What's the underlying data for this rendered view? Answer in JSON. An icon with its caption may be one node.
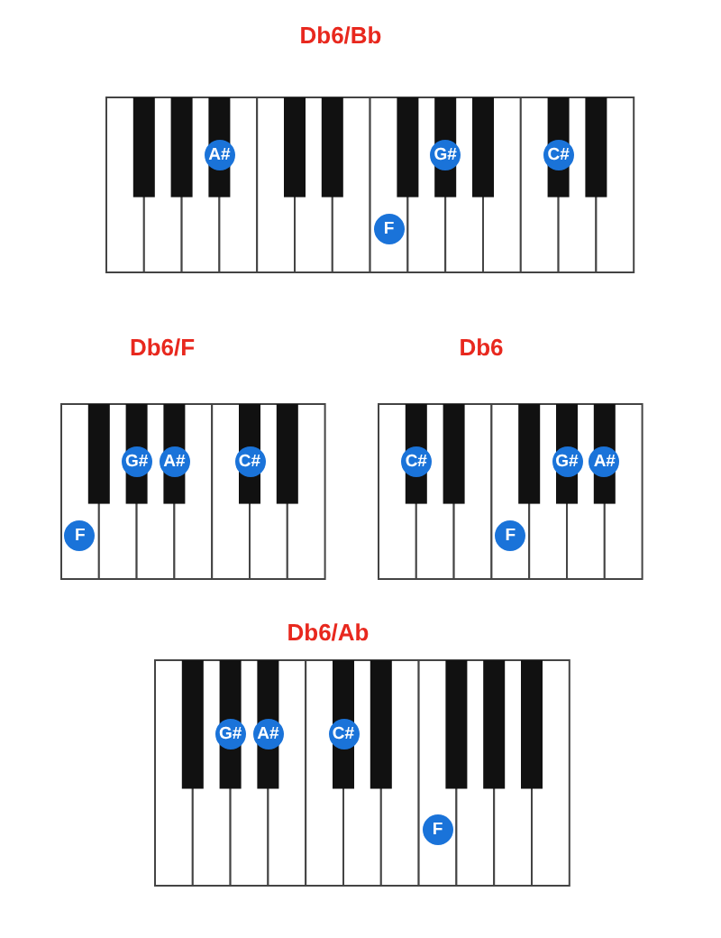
{
  "diagram": {
    "nodes": [
      {
        "text": [
          "Db6/Bb"
        ]
      },
      {
        "text": [
          "A#"
        ],
        "in": 0
      },
      {
        "text": [
          "G#"
        ],
        "in": 0
      },
      {
        "text": [
          "C#"
        ],
        "in": 0
      },
      {
        "text": [
          "F"
        ],
        "in": 0
      },
      {
        "text": [
          "Db6/F"
        ]
      },
      {
        "text": [
          "G#"
        ],
        "in": 5
      },
      {
        "text": [
          "A#"
        ],
        "in": 5
      },
      {
        "text": [
          "C#"
        ],
        "in": 5
      },
      {
        "text": [
          "F"
        ],
        "in": 5
      },
      {
        "text": [
          "Db6"
        ]
      },
      {
        "text": [
          "C#"
        ],
        "in": 10
      },
      {
        "text": [
          "G#"
        ],
        "in": 10
      },
      {
        "text": [
          "A#"
        ],
        "in": 10
      },
      {
        "text": [
          "F"
        ],
        "in": 10
      },
      {
        "text": [
          "Db6/Ab"
        ]
      },
      {
        "text": [
          "G#"
        ],
        "in": 15
      },
      {
        "text": [
          "A#"
        ],
        "in": 15
      },
      {
        "text": [
          "C#"
        ],
        "in": 15
      },
      {
        "text": [
          "F"
        ],
        "in": 15
      }
    ]
  }
}
